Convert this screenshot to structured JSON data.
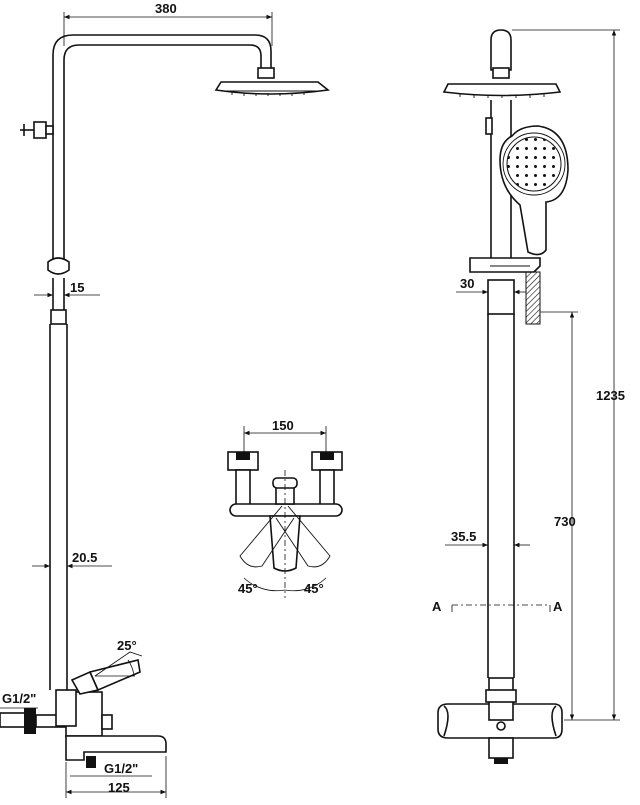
{
  "dimensions": {
    "arm_width": "380",
    "pipe_upper_dia": "15",
    "pipe_lower_dia": "20.5",
    "lever_angle": "25°",
    "inlet_thread": "G1/2\"",
    "outlet_thread": "G1/2\"",
    "spout_length": "125",
    "inlet_spacing": "150",
    "angle_left": "45°",
    "angle_right": "45°",
    "holder_offset": "30",
    "total_height": "1235",
    "rail_height": "730",
    "pipe_offset": "35.5",
    "section_left": "A",
    "section_right": "A"
  }
}
